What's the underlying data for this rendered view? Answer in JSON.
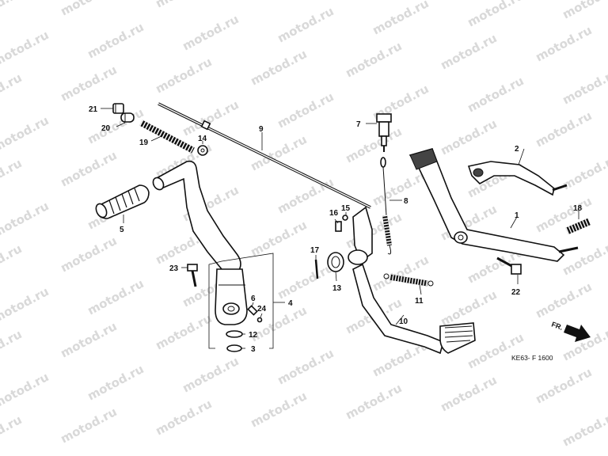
{
  "watermark": "motod.ru",
  "diagram_code": "KE63- F 1600",
  "direction_label": "FR.",
  "callouts": [
    {
      "id": "c1",
      "label": "1"
    },
    {
      "id": "c2",
      "label": "2"
    },
    {
      "id": "c3",
      "label": "3"
    },
    {
      "id": "c4",
      "label": "4"
    },
    {
      "id": "c5",
      "label": "5"
    },
    {
      "id": "c6",
      "label": "6"
    },
    {
      "id": "c7",
      "label": "7"
    },
    {
      "id": "c8",
      "label": "8"
    },
    {
      "id": "c9",
      "label": "9"
    },
    {
      "id": "c10",
      "label": "10"
    },
    {
      "id": "c11",
      "label": "11"
    },
    {
      "id": "c12",
      "label": "12"
    },
    {
      "id": "c13",
      "label": "13"
    },
    {
      "id": "c14",
      "label": "14"
    },
    {
      "id": "c15",
      "label": "15"
    },
    {
      "id": "c16",
      "label": "16"
    },
    {
      "id": "c17",
      "label": "17"
    },
    {
      "id": "c18",
      "label": "18"
    },
    {
      "id": "c19",
      "label": "19"
    },
    {
      "id": "c20",
      "label": "20"
    },
    {
      "id": "c21",
      "label": "21"
    },
    {
      "id": "c22",
      "label": "22"
    },
    {
      "id": "c23",
      "label": "23"
    },
    {
      "id": "c24",
      "label": "24"
    }
  ]
}
